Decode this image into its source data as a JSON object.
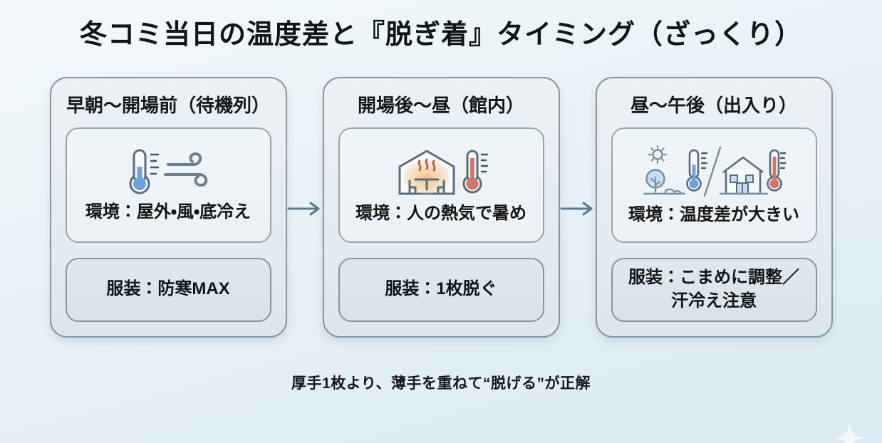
{
  "title": "冬コミ当日の温度差と『脱ぎ着』タイミング（ざっくり）",
  "footer": "厚手1枚より、薄手を重ねて“脱げる”が正解",
  "cards": [
    {
      "header": "早朝〜開場前（待機列）",
      "icon": "cold-thermometer-and-wind-icon",
      "env": "環境：屋外・風・底冷え",
      "wear": "服装：防寒MAX"
    },
    {
      "header": "開場後〜昼（館内）",
      "icon": "heated-hall-and-hot-thermometer-icon",
      "env": "環境：人の熱気で暑め",
      "wear": "服装：1枚脱ぐ"
    },
    {
      "header": "昼〜午後（出入り）",
      "icon": "outdoor-indoor-temperature-gap-icon",
      "env": "環境：温度差が大きい",
      "wear": "服装：こまめに調整／\n汗冷え注意"
    }
  ],
  "colors": {
    "background_top": "#f4f9fb",
    "background_bottom": "#dcebf3",
    "card_border": "#8496a6",
    "card_fill": "#e7eef3",
    "env_box_fill": "#eef4f7",
    "wear_box_fill": "#dde6ec",
    "text": "#141414",
    "arrow": "#5e7890",
    "cold_accent": "#6fa3e0",
    "hot_accent": "#d2756c",
    "heat_glow": "#f5c08c",
    "icon_outline": "#5b6c7b"
  }
}
